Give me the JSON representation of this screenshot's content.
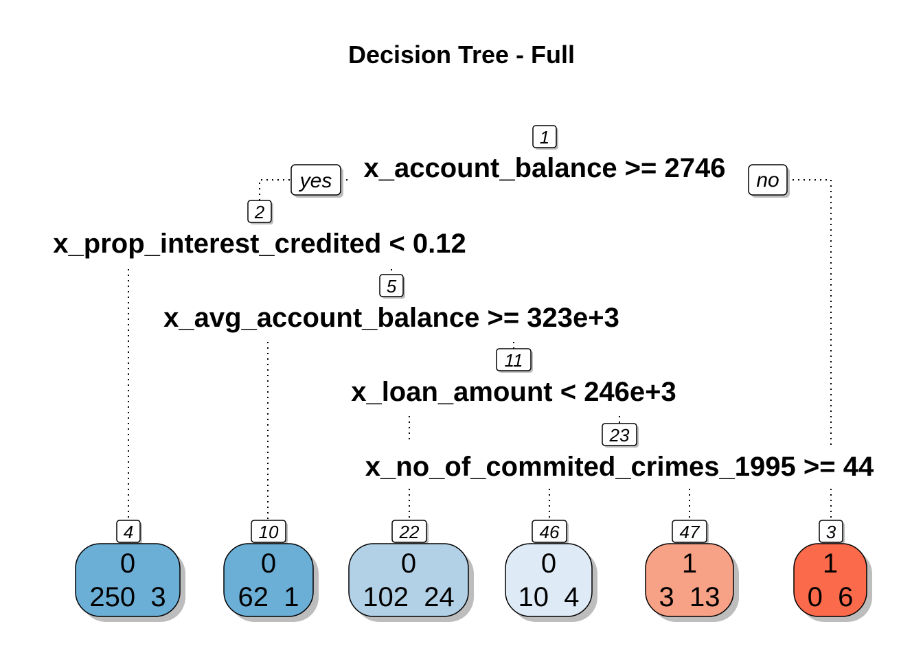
{
  "title": "Decision Tree - Full",
  "branch_labels": {
    "yes": "yes",
    "no": "no"
  },
  "splits": [
    {
      "id": "1",
      "label": "x_account_balance >= 2746"
    },
    {
      "id": "2",
      "label": "x_prop_interest_credited < 0.12"
    },
    {
      "id": "5",
      "label": "x_avg_account_balance >= 323e+3"
    },
    {
      "id": "11",
      "label": "x_loan_amount < 246e+3"
    },
    {
      "id": "23",
      "label": "x_no_of_commited_crimes_1995 >= 44"
    }
  ],
  "leaves": [
    {
      "id": "4",
      "class": "0",
      "counts": "250  3",
      "color": "#6baed6"
    },
    {
      "id": "10",
      "class": "0",
      "counts": "62  1",
      "color": "#6baed6"
    },
    {
      "id": "22",
      "class": "0",
      "counts": "102  24",
      "color": "#b3d1e6"
    },
    {
      "id": "46",
      "class": "0",
      "counts": "10  4",
      "color": "#deeaf6"
    },
    {
      "id": "47",
      "class": "1",
      "counts": "3  13",
      "color": "#f7a186"
    },
    {
      "id": "3",
      "class": "1",
      "counts": "0  6",
      "color": "#fb6a4a"
    }
  ]
}
